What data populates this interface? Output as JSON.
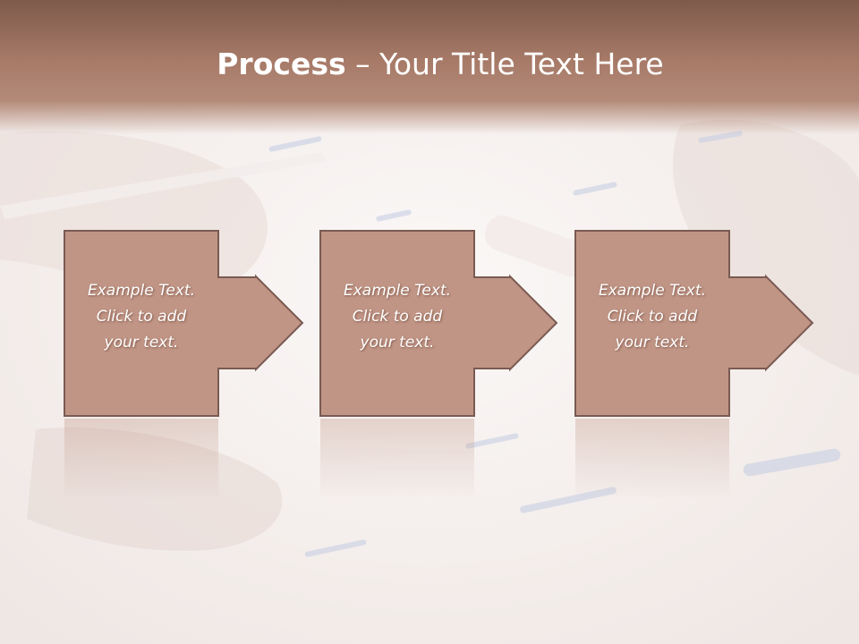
{
  "title": {
    "bold": "Process",
    "rest": " – Your Title Text Here"
  },
  "steps": [
    {
      "line1": "Example Text.",
      "line2": "Click  to add",
      "line3": "your text."
    },
    {
      "line1": "Example Text.",
      "line2": "Click  to add",
      "line3": "your text."
    },
    {
      "line1": "Example Text.",
      "line2": "Click  to add",
      "line3": "your text."
    }
  ],
  "colors": {
    "header": "#a77a68",
    "box_fill": "#c09585",
    "box_stroke": "#7a5a52",
    "background": "#f7f3f1"
  }
}
